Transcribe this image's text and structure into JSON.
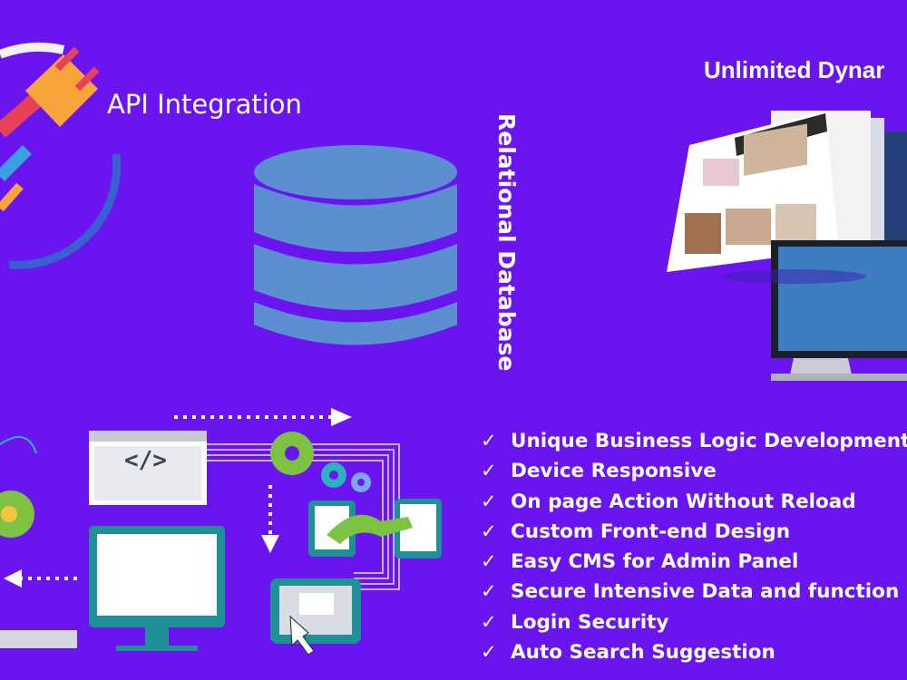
{
  "api": {
    "title": "API Integration"
  },
  "database": {
    "title": "Relational Database"
  },
  "dynamic": {
    "title": "Unlimited Dynar"
  },
  "code_tag": "</>",
  "features": [
    "Unique Business Logic Development",
    "Device Responsive",
    "On page Action  Without Reload",
    "Custom Front-end Design",
    "Easy CMS for Admin Panel",
    "Secure Intensive Data and function",
    "Login Security",
    "Auto Search Suggestion"
  ],
  "tick_symbol": "✓",
  "colors": {
    "background": "#6a14f0",
    "db_blue": "#5b8fd0",
    "accent_orange": "#f7a43a",
    "accent_red": "#e8425a",
    "accent_teal": "#2bb3b8",
    "accent_green": "#7ec242"
  }
}
